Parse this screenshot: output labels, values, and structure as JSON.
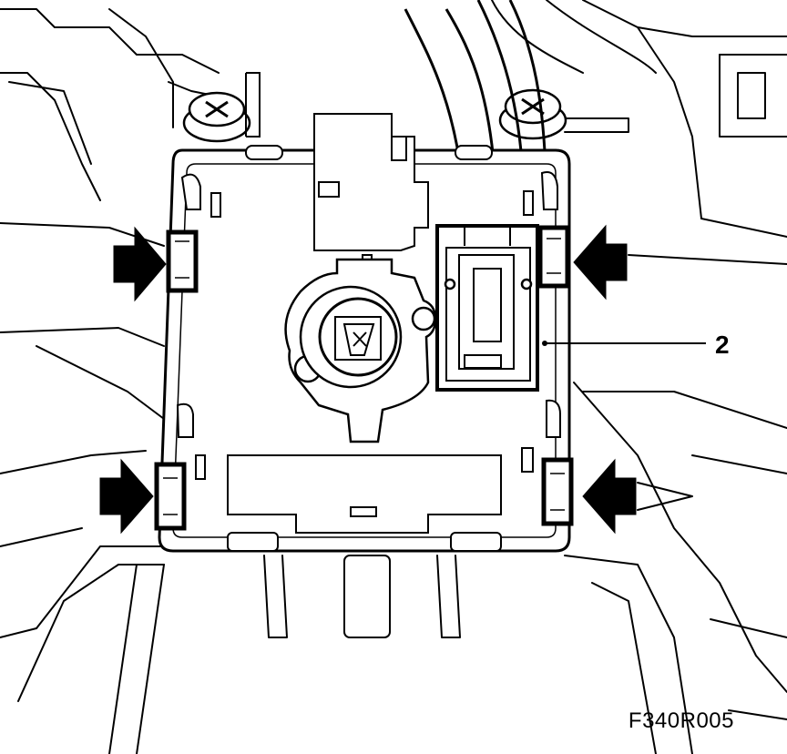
{
  "callout": {
    "label": "2"
  },
  "figure": {
    "code": "F340R005"
  },
  "arrows": {
    "count": 4,
    "direction": "inward",
    "color": "#000000"
  },
  "colors": {
    "line": "#000000",
    "background": "#ffffff"
  }
}
